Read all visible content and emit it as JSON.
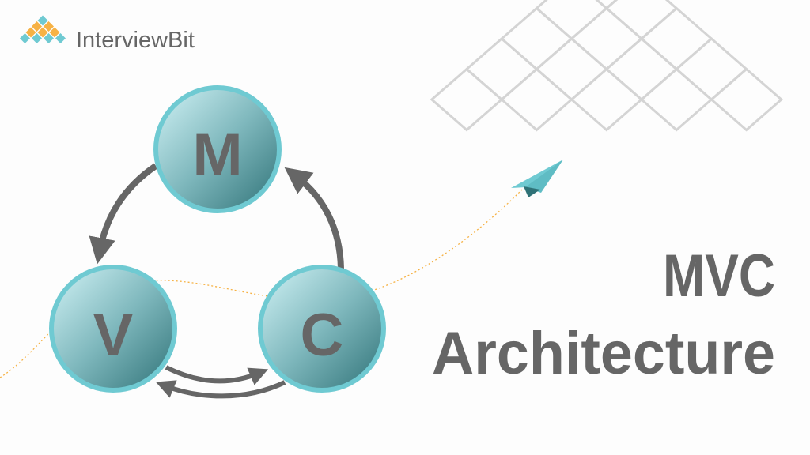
{
  "logo": {
    "text": "InterviewBit"
  },
  "diagram": {
    "nodes": [
      {
        "id": "model",
        "label": "M"
      },
      {
        "id": "view",
        "label": "V"
      },
      {
        "id": "controller",
        "label": "C"
      }
    ],
    "edges": [
      {
        "from": "M",
        "to": "V"
      },
      {
        "from": "C",
        "to": "M"
      },
      {
        "from": "V",
        "to": "C"
      },
      {
        "from": "C",
        "to": "V"
      }
    ]
  },
  "title": {
    "line1": "MVC",
    "line2": "Architecture"
  },
  "colors": {
    "text": "#666666",
    "circle_border": "#6fcad2",
    "circle_light": "#d2f3f6",
    "circle_dark": "#2f7277",
    "arrow": "#666666",
    "grid": "#d4d4d4",
    "dotted_path": "#f6b245",
    "plane": "#6fcad2",
    "logo_orange": "#f6b245",
    "logo_teal": "#6fcad2"
  }
}
